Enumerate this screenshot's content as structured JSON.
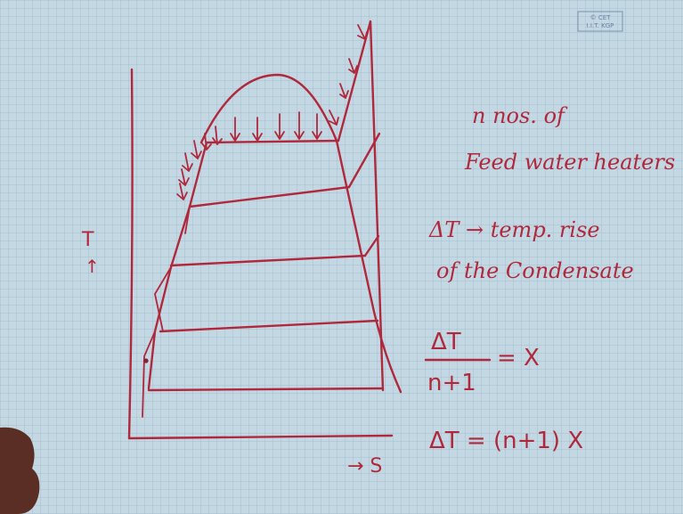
{
  "watermark": {
    "line1": "© CET",
    "line2": "I.I.T. KGP"
  },
  "axes": {
    "y_label": "T",
    "y_arrow": "↑",
    "x_label": "→ S"
  },
  "notes": {
    "n_line1": "n  nos. of",
    "n_line2": "Feed water heaters",
    "dt_line1": "ΔT → temp. rise",
    "dt_line2": "of the Condensate",
    "frac_numerator": "ΔT",
    "frac_denominator": "n+1",
    "frac_result": "= X",
    "final_eq": "ΔT = (n+1) X"
  }
}
